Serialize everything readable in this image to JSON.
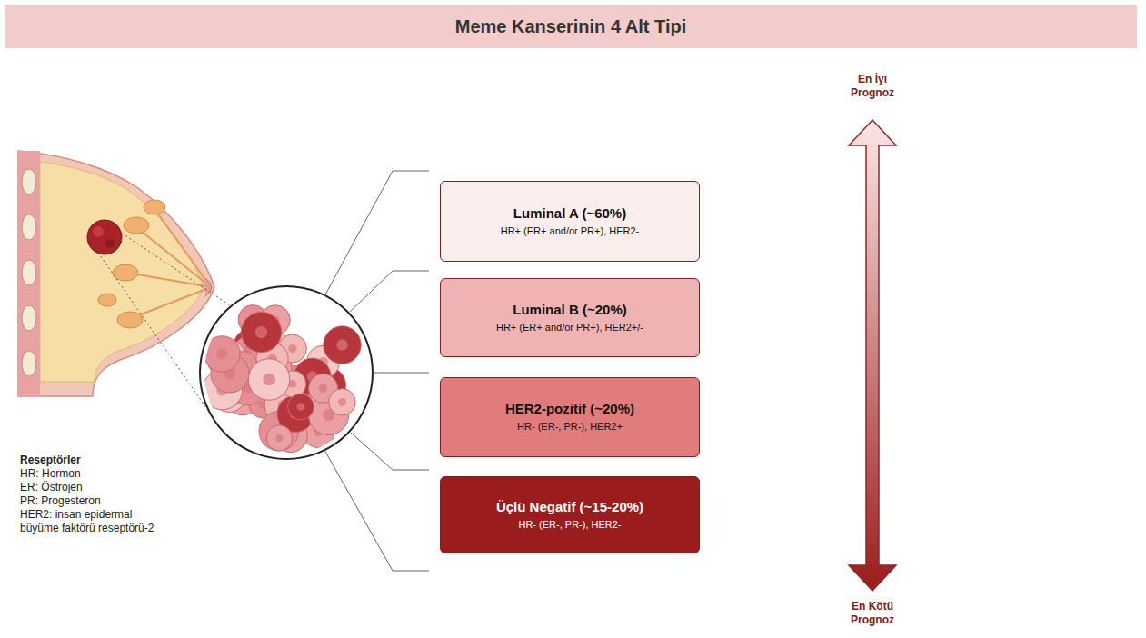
{
  "diagram": {
    "title": "Meme Kanserinin 4 Alt Tipi",
    "nodes": [
      {
        "text": [
          "Luminal A (~60%)",
          "HR+ (ER+ and/or PR+), HER2-"
        ]
      },
      {
        "text": [
          "Luminal B (~20%)",
          "HR+ (ER+ and/or PR+), HER2+/-"
        ]
      },
      {
        "text": [
          "HER2-pozitif (~20%)",
          "HR- (ER-, PR-), HER2+"
        ]
      },
      {
        "text": [
          "Üçlü Negatif (~15-20%)",
          "HR- (ER-, PR-), HER2-"
        ]
      }
    ],
    "labels": [
      "En İyi Prognoz",
      "En Kötü Prognoz",
      "Reseptörler",
      "HR: Hormon",
      "ER: Östrojen",
      "PR: Progesteron",
      "HER2: insan epidermal büyüme faktörü reseptörü-2"
    ]
  }
}
